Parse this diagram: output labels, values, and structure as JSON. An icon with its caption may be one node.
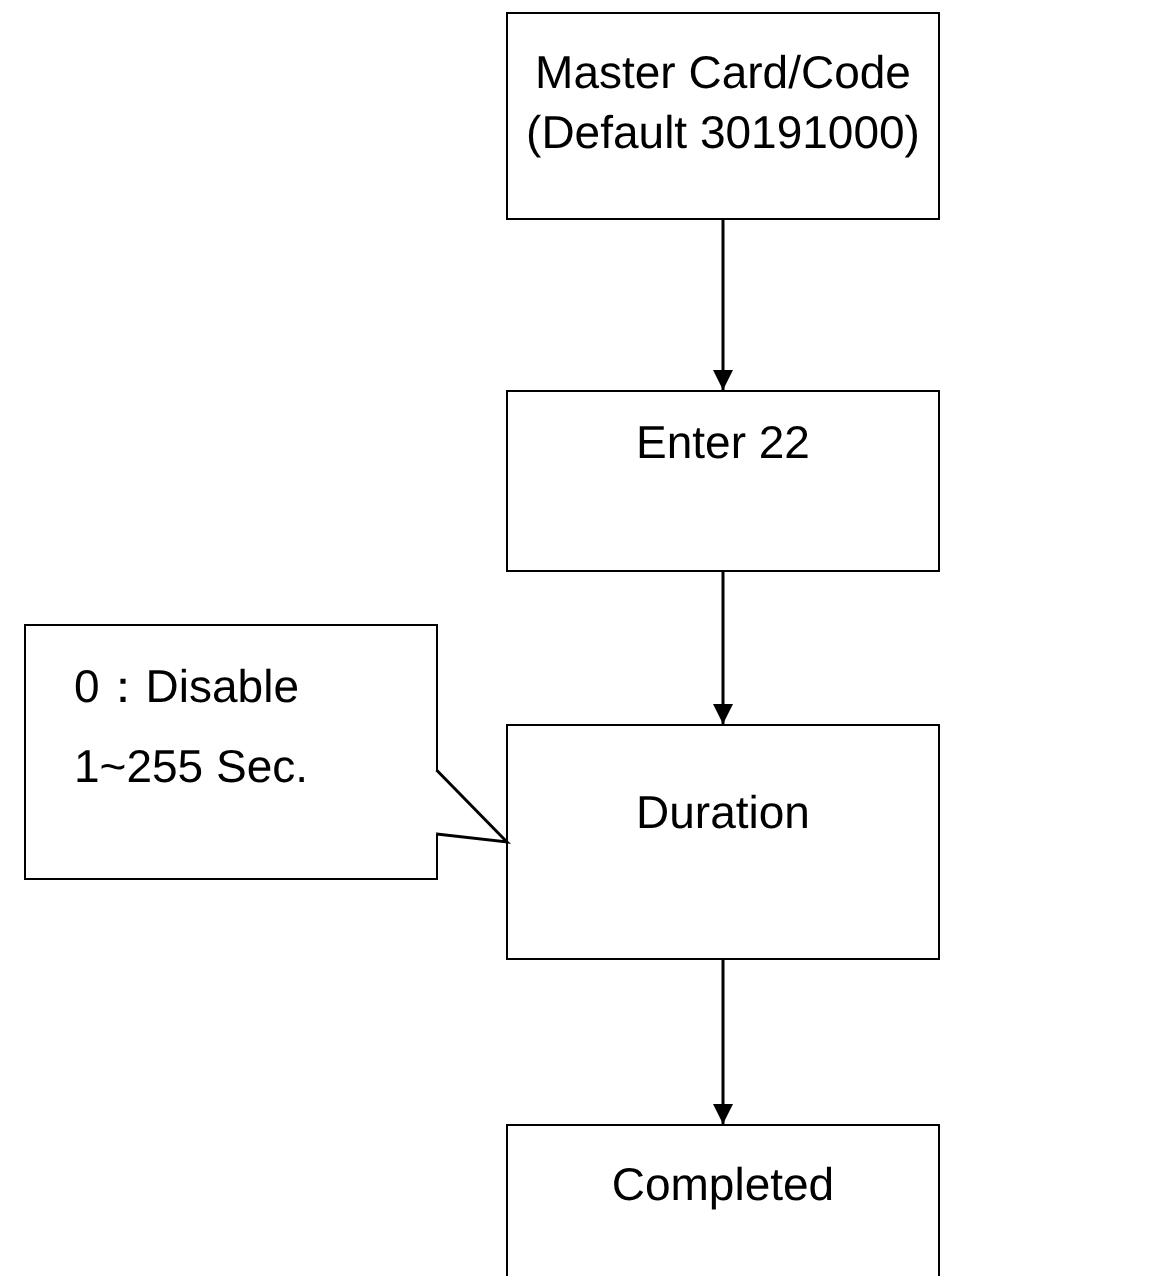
{
  "diagram": {
    "nodes": [
      {
        "text": [
          "Master Card/Code (Default 30191000)"
        ]
      },
      {
        "text": [
          "Enter 22"
        ]
      },
      {
        "text": [
          "Duration"
        ]
      },
      {
        "text": [
          "Completed"
        ]
      },
      {
        "text": [
          "0：Disable 1~255 Sec."
        ]
      }
    ],
    "edges": [
      {
        "from": 0,
        "to": 1,
        "arrow": "to"
      },
      {
        "from": 1,
        "to": 2,
        "arrow": "to"
      },
      {
        "from": 2,
        "to": 3,
        "arrow": "to"
      },
      {
        "from": 4,
        "to": 2,
        "arrow": "to"
      }
    ]
  }
}
